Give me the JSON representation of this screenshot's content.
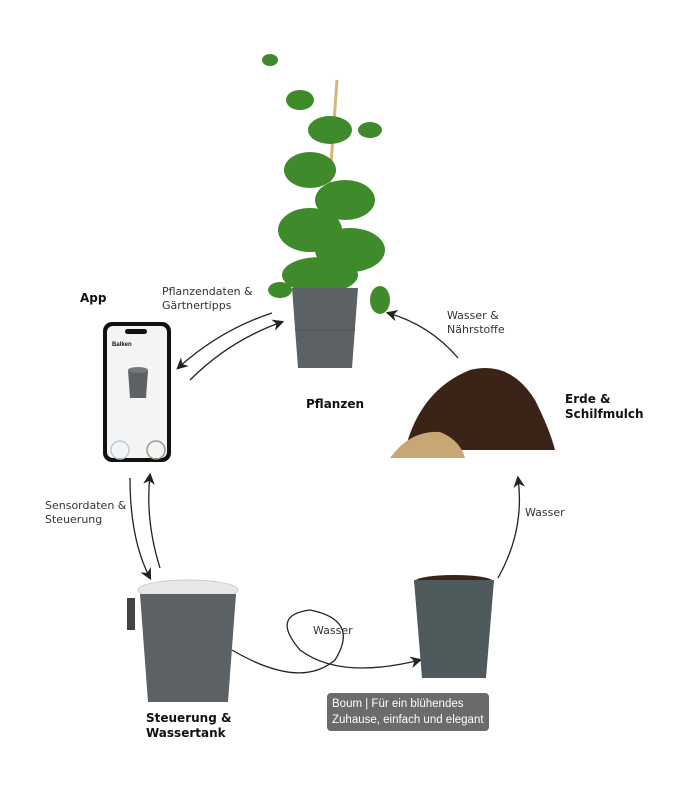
{
  "labels": {
    "app": "App",
    "app_to_plant": "Pflanzendaten &\nGärtnertipps",
    "soil_to_plant": "Wasser &\nNährstoffe",
    "soil": "Erde &\nSchilfmulch",
    "plant": "Pflanzen",
    "sensor": "Sensordaten &\nSteuerung",
    "pot_to_soil": "Wasser",
    "tank_to_pot": "Wasser",
    "tank": "Steuerung &\nWassertank"
  },
  "phone": {
    "title": "Balken"
  },
  "tooltip": {
    "text": "Boum | Für ein blühendes Zuhause, einfach und elegant"
  },
  "colors": {
    "pot": "#5c6166",
    "soil": "#3b2417",
    "leaf": "#3f8a2a",
    "tooltip_bg": "#6b6b6b"
  }
}
